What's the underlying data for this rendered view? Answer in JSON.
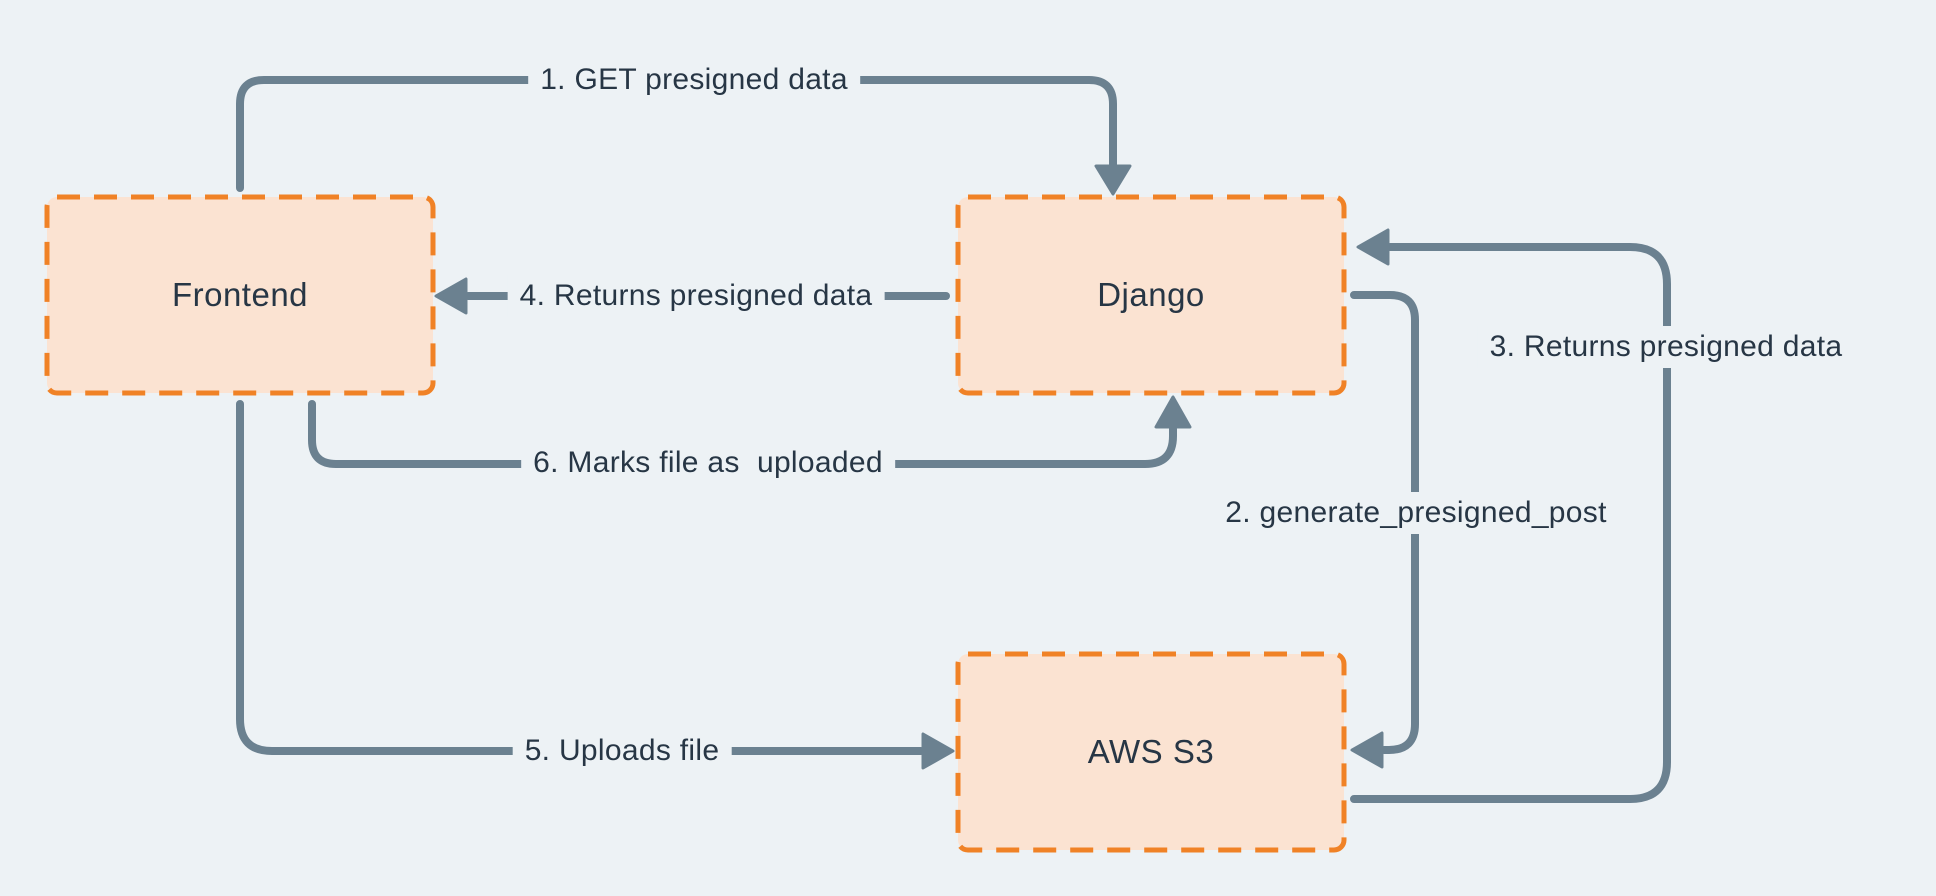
{
  "diagram": {
    "nodes": [
      {
        "id": "frontend",
        "label": "Frontend"
      },
      {
        "id": "django",
        "label": "Django"
      },
      {
        "id": "aws-s3",
        "label": "AWS S3"
      }
    ],
    "edges": [
      {
        "step": "1",
        "label": "1. GET presigned data",
        "from": "Frontend",
        "to": "Django"
      },
      {
        "step": "2",
        "label": "2. generate_presigned_post",
        "from": "Django",
        "to": "AWS S3"
      },
      {
        "step": "3",
        "label": "3. Returns presigned data",
        "from": "AWS S3",
        "to": "Django"
      },
      {
        "step": "4",
        "label": "4. Returns presigned data",
        "from": "Django",
        "to": "Frontend"
      },
      {
        "step": "5",
        "label": "5. Uploads file",
        "from": "Frontend",
        "to": "AWS S3"
      },
      {
        "step": "6",
        "label": "6. Marks file as  uploaded",
        "from": "Frontend",
        "to": "Django"
      }
    ],
    "colors": {
      "background": "#EDF2F5",
      "node_fill": "#FBE3D2",
      "node_border": "#F08226",
      "edge_line": "#6B8190",
      "text": "#273645"
    }
  }
}
